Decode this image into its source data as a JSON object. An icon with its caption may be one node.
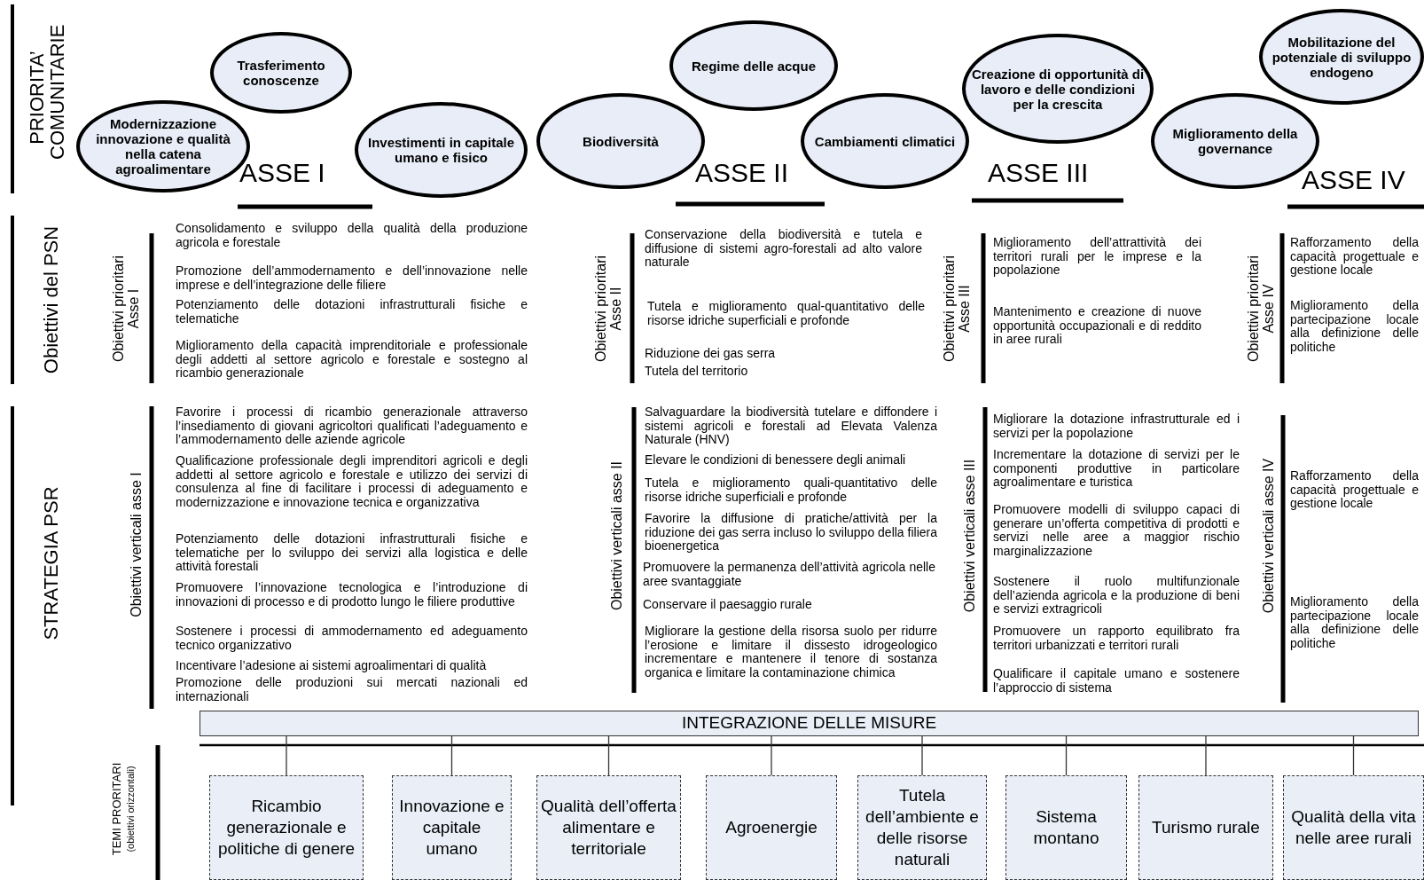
{
  "diagram": {
    "nodes": [
      {
        "text": [
          "Modernizzazione innovazione e qualità nella catena agroalimentare"
        ]
      },
      {
        "text": [
          "Trasferimento conoscenze"
        ]
      },
      {
        "text": [
          "Investimenti in capitale umano e fisico"
        ]
      },
      {
        "text": [
          "Biodiversità"
        ]
      },
      {
        "text": [
          "Regime delle acque"
        ]
      },
      {
        "text": [
          "Cambiamenti climatici"
        ]
      },
      {
        "text": [
          "Creazione di opportunità di lavoro e delle condizioni per la crescita"
        ]
      },
      {
        "text": [
          "Miglioramento della governance"
        ]
      },
      {
        "text": [
          "Mobilitazione del potenziale di sviluppo endogeno"
        ]
      },
      {
        "text": [
          "INTEGRAZIONE DELLE MISURE"
        ]
      },
      {
        "text": [
          "Ricambio generazionale e politiche di genere"
        ]
      },
      {
        "text": [
          "Innovazione e capitale umano"
        ]
      },
      {
        "text": [
          "Qualità dell’offerta alimentare e territoriale"
        ]
      },
      {
        "text": [
          "Agroenergie"
        ]
      },
      {
        "text": [
          "Tutela dell’ambiente e delle risorse naturali"
        ]
      },
      {
        "text": [
          "Sistema montano"
        ]
      },
      {
        "text": [
          "Turismo rurale"
        ]
      },
      {
        "text": [
          "Qualità della vita nelle aree rurali"
        ]
      }
    ],
    "edges": [
      {
        "from": 9,
        "to": 10,
        "arrow": "none"
      },
      {
        "from": 9,
        "to": 11,
        "arrow": "none"
      },
      {
        "from": 9,
        "to": 12,
        "arrow": "none"
      },
      {
        "from": 9,
        "to": 13,
        "arrow": "none"
      },
      {
        "from": 9,
        "to": 14,
        "arrow": "none"
      },
      {
        "from": 9,
        "to": 15,
        "arrow": "none"
      },
      {
        "from": 9,
        "to": 16,
        "arrow": "none"
      },
      {
        "from": 9,
        "to": 17,
        "arrow": "none"
      }
    ],
    "labels": [
      "PRIORITA’ COMUNITARIE",
      "ASSE I",
      "ASSE II",
      "ASSE III",
      "ASSE IV",
      "Obiettivi del PSN",
      "Obiettivi prioritari Asse I",
      "Consolidamento e sviluppo della qualità della produzione agricola e forestale",
      "Promozione dell’ammodernamento e dell’innovazione nelle imprese e dell’integrazione delle filiere",
      "Potenziamento delle dotazioni infrastrutturali fisiche e telematiche",
      "Miglioramento della capacità imprenditoriale e professionale degli addetti al settore agricolo e forestale e sostegno al ricambio generazionale",
      "Obiettivi prioritari Asse II",
      "Conservazione della biodiversità e tutela e diffusione di sistemi agro-forestali ad alto valore naturale",
      "Tutela e miglioramento qual-quantitativo delle risorse idriche superficiali e profonde",
      "Riduzione dei gas serra",
      "Tutela del territorio",
      "Obiettivi prioritari Asse III",
      "Miglioramento dell’attrattività dei territori rurali per le imprese e la popolazione",
      "Mantenimento e creazione di nuove opportunità occupazionali e di reddito in aree rurali",
      "Obiettivi prioritari Asse IV",
      "Rafforzamento della capacità progettuale e gestione locale",
      "Miglioramento della partecipazione locale alla definizione delle politiche",
      "STRATEGIA PSR",
      "Obiettivi verticali asse I",
      "Favorire i processi di ricambio generazionale attraverso l’insediamento di giovani agricoltori qualificati l’adeguamento e l’ammodernamento delle aziende agricole",
      "Qualificazione professionale degli imprenditori agricoli e degli addetti al settore agricolo e forestale e utilizzo dei servizi di consulenza al fine di facilitare i processi di adeguamento e modernizzazione e innovazione tecnica e organizzativa",
      "Potenziamento delle dotazioni infrastrutturali fisiche e telematiche per lo sviluppo dei servizi alla logistica e delle attività forestali",
      "Promuovere l’innovazione tecnologica e l’introduzione di innovazioni di processo e di prodotto lungo le filiere produttive",
      "Sostenere i processi di ammodernamento ed adeguamento tecnico organizzativo",
      "Incentivare l’adesione ai sistemi agroalimentari di qualità",
      "Promozione delle produzioni sui mercati nazionali ed internazionali",
      "Obiettivi verticali asse II",
      "Salvaguardare la biodiversità tutelare e diffondere i sistemi agricoli e forestali ad Elevata Valenza Naturale (HNV)",
      "Elevare le condizioni di benessere degli animali",
      "Tutela e miglioramento quali-quantitativo delle risorse idriche superficiali e profonde",
      "Favorire la diffusione di pratiche/attività per la riduzione dei gas serra incluso lo sviluppo della filiera bioenergetica",
      "Promuovere la permanenza dell’attività agricola nelle aree svantaggiate",
      "Conservare il paesaggio rurale",
      "Migliorare la gestione della risorsa suolo per ridurre l’erosione e limitare il dissesto idrogeologico incrementare e mantenere il tenore di sostanza organica e limitare la contaminazione chimica",
      "Obiettivi verticali asse III",
      "Migliorare la dotazione infrastrutturale ed i servizi per la popolazione",
      "Incrementare la dotazione di servizi per le componenti produttive in particolare agroalimentare e turistica",
      "Promuovere modelli di sviluppo capaci di generare un’offerta competitiva di prodotti e servizi nelle aree a maggior rischio marginalizzazione",
      "Sostenere il ruolo multifunzionale dell’azienda agricola e la produzione di beni e servizi extragricoli",
      "Promuovere un rapporto equilibrato fra territori urbanizzati e territori rurali",
      "Qualificare il capitale umano e sostenere l’approccio di sistema",
      "Obiettivi verticali asse IV",
      "Rafforzamento della capacità progettuale e gestione locale",
      "Miglioramento della partecipazione locale alla definizione delle politiche",
      "TEMI PRORITARI",
      "(obiettivi orizzontali)"
    ]
  }
}
